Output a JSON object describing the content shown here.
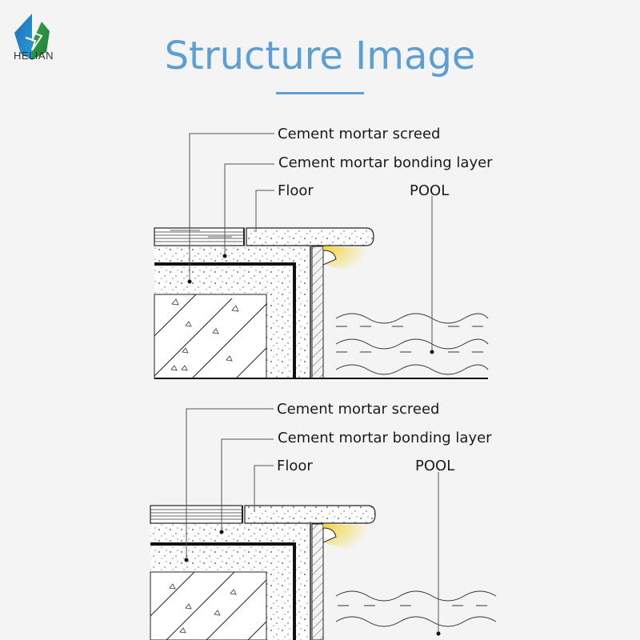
{
  "brand": {
    "name": "HELIAN"
  },
  "page": {
    "title": "Structure Image",
    "accent_color": "#5b9fd4"
  },
  "diagrams": [
    {
      "labels": {
        "screed": "Cement mortar screed",
        "bonding": "Cement mortar bonding layer",
        "floor": "Floor",
        "pool": "POOL"
      }
    },
    {
      "labels": {
        "screed": "Cement mortar screed",
        "bonding": "Cement mortar bonding layer",
        "floor": "Floor",
        "pool": "POOL"
      }
    }
  ]
}
